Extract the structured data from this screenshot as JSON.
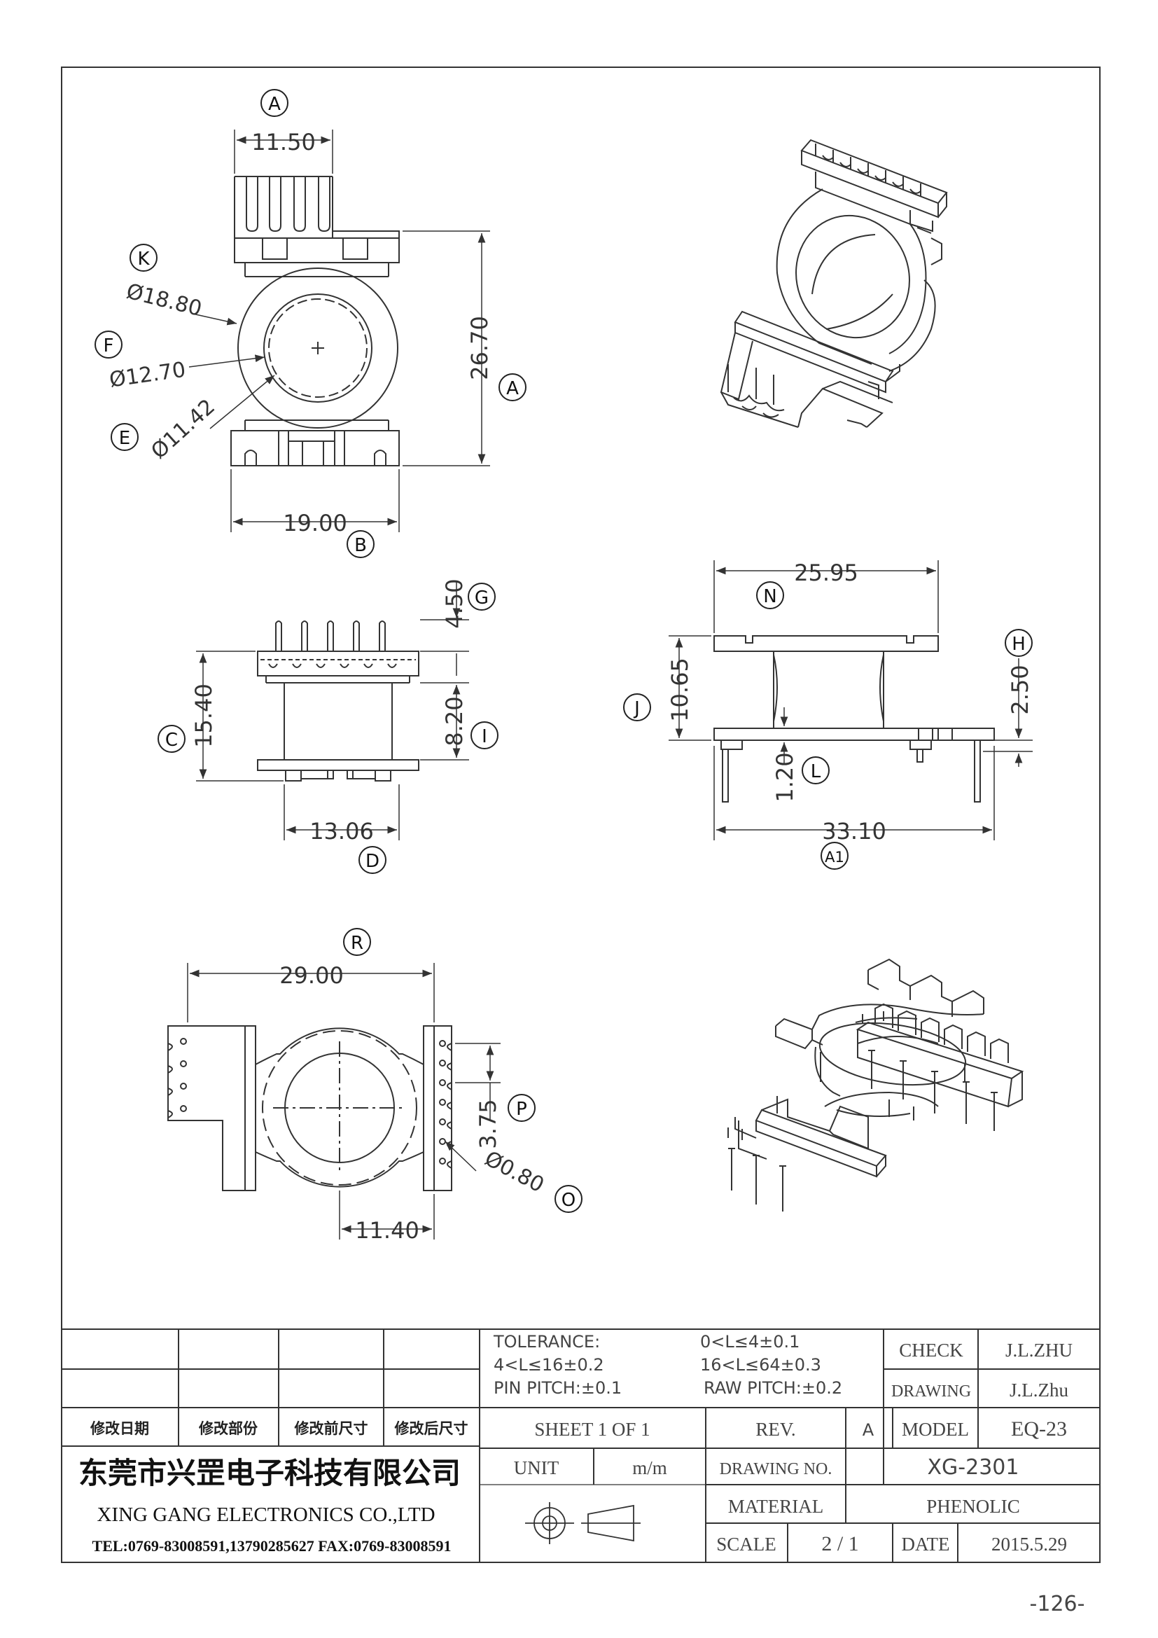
{
  "views": {
    "top": {
      "dims": {
        "width_top": "11.50",
        "height": "26.70",
        "width_bottom": "19.00",
        "dia_outer": "Ø18.80",
        "dia_mid": "Ø12.70",
        "dia_inner": "Ø11.42"
      },
      "refs": {
        "top": "A",
        "right": "A",
        "bottom": "B",
        "k": "K",
        "f": "F",
        "e": "E"
      }
    },
    "side": {
      "dims": {
        "pin": "4.50",
        "height": "15.40",
        "body": "8.20",
        "width": "13.06"
      },
      "refs": {
        "g": "G",
        "c": "C",
        "i": "I",
        "d": "D"
      }
    },
    "front": {
      "dims": {
        "flange": "25.95",
        "height": "10.65",
        "pin": "2.50",
        "base": "1.20",
        "width": "33.10"
      },
      "refs": {
        "n": "N",
        "j": "J",
        "h": "H",
        "l": "L",
        "a1": "A1"
      }
    },
    "bottom": {
      "dims": {
        "width": "29.00",
        "pitch": "3.75",
        "hole": "Ø0.80",
        "offset": "11.40"
      },
      "refs": {
        "r": "R",
        "p": "P",
        "o": "O"
      }
    }
  },
  "title_block": {
    "tolerance_label": "TOLERANCE:",
    "tol1": "0<L≤4±0.1",
    "tol2": "4<L≤16±0.2",
    "tol3": "16<L≤64±0.3",
    "pin_pitch": "PIN PITCH:±0.1",
    "raw_pitch": "RAW PITCH:±0.2",
    "check_label": "CHECK",
    "check_value": "J.L.ZHU",
    "drawing_label": "DRAWING",
    "drawing_value": "J.L.Zhu",
    "rev_headers": [
      "修改日期",
      "修改部份",
      "修改前尺寸",
      "修改后尺寸"
    ],
    "sheet": "SHEET 1 OF 1",
    "rev_label": "REV.",
    "rev_value": "A",
    "model_label": "MODEL",
    "model_value": "EQ-23",
    "unit_label": "UNIT",
    "unit_value": "m/m",
    "drawing_no_label": "DRAWING NO.",
    "drawing_no_value": "XG-2301",
    "material_label": "MATERIAL",
    "material_value": "PHENOLIC",
    "scale_label": "SCALE",
    "scale_value": "2 / 1",
    "date_label": "DATE",
    "date_value": "2015.5.29"
  },
  "company": {
    "name_cn": "东莞市兴罡电子科技有限公司",
    "name_en": "XING GANG ELECTRONICS CO.,LTD",
    "contact": "TEL:0769-83008591,13790285627 FAX:0769-83008591"
  },
  "page_number": "-126-"
}
